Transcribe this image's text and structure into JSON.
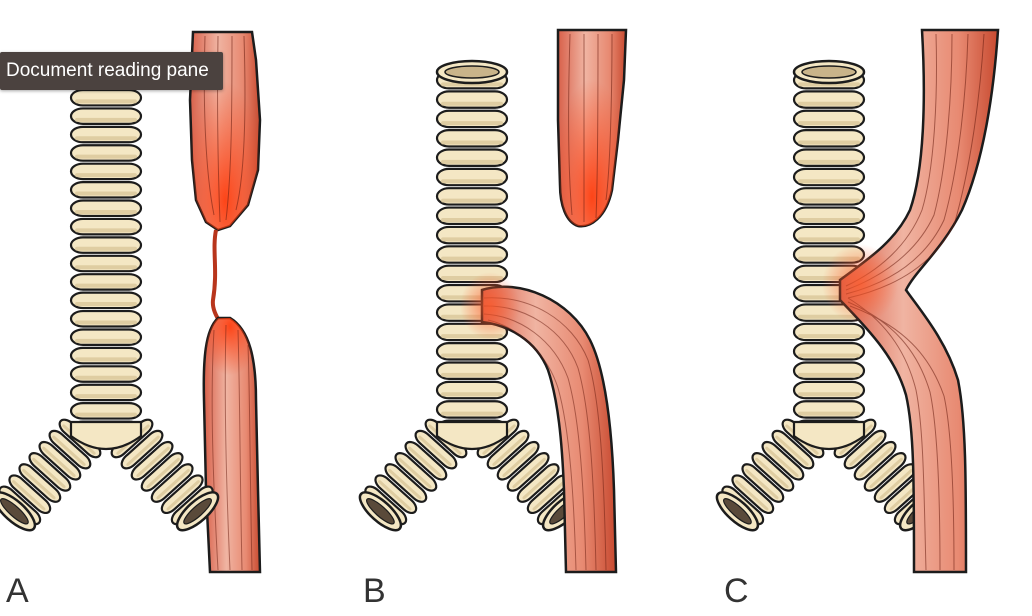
{
  "tooltip": {
    "text": "Document reading pane"
  },
  "panels": [
    {
      "label": "A"
    },
    {
      "label": "B"
    },
    {
      "label": "C"
    }
  ],
  "colors": {
    "cartilage_fill": "#f4e7c4",
    "cartilage_shade": "#d9c79a",
    "outline": "#1c1c1c",
    "esophagus_light": "#e8a08a",
    "esophagus_dark": "#e04a22"
  }
}
